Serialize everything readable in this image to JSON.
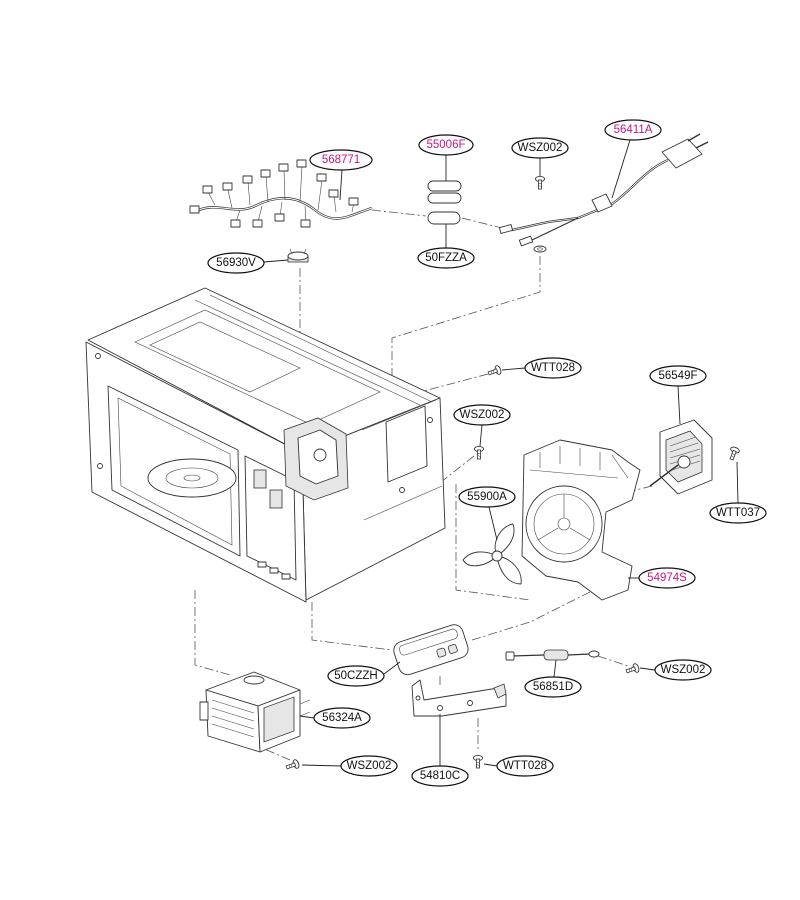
{
  "parts": [
    {
      "code": "568771",
      "highlight": true
    },
    {
      "code": "55006F",
      "highlight": true
    },
    {
      "code": "WSZ002",
      "highlight": false
    },
    {
      "code": "56411A",
      "highlight": true
    },
    {
      "code": "50FZZA",
      "highlight": false
    },
    {
      "code": "56930V",
      "highlight": false
    },
    {
      "code": "WTT028",
      "highlight": false
    },
    {
      "code": "WSZ002",
      "highlight": false
    },
    {
      "code": "56549F",
      "highlight": false
    },
    {
      "code": "55900A",
      "highlight": false
    },
    {
      "code": "WTT037",
      "highlight": false
    },
    {
      "code": "54974S",
      "highlight": true
    },
    {
      "code": "50CZZH",
      "highlight": false
    },
    {
      "code": "WSZ002",
      "highlight": false
    },
    {
      "code": "56851D",
      "highlight": false
    },
    {
      "code": "56324A",
      "highlight": false
    },
    {
      "code": "WSZ002",
      "highlight": false
    },
    {
      "code": "54810C",
      "highlight": false
    },
    {
      "code": "WTT028",
      "highlight": false
    }
  ],
  "colors": {
    "highlight": "#c2187e",
    "ink": "#111111"
  }
}
